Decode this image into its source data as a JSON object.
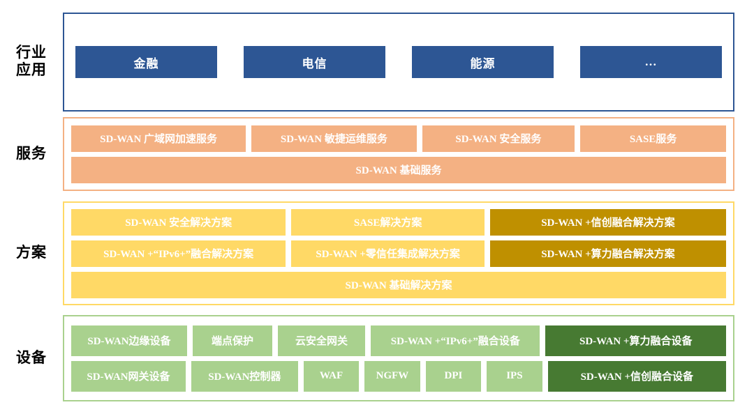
{
  "colors": {
    "industry_border": "#2d5694",
    "industry_fill": "#2d5694",
    "service_border": "#f4b183",
    "service_fill": "#f4b183",
    "solution_border": "#ffd966",
    "solution_fill": "#ffd966",
    "solution_fill_dark": "#bf9000",
    "device_border": "#a9d18e",
    "device_fill": "#a9d18e",
    "device_fill_dark": "#477a32",
    "text_on_fill": "#ffffff",
    "label_text": "#000000"
  },
  "rows": {
    "industry": {
      "label": "行业\n应用",
      "bands": [
        {
          "cells": [
            {
              "text": "金融",
              "flex": 1,
              "tone": "light"
            },
            {
              "text": "电信",
              "flex": 1,
              "tone": "light"
            },
            {
              "text": "能源",
              "flex": 1,
              "tone": "light"
            },
            {
              "text": "…",
              "flex": 1,
              "tone": "light"
            }
          ]
        }
      ]
    },
    "service": {
      "label": "服务",
      "bands": [
        {
          "cells": [
            {
              "text": "SD-WAN 广域网加速服务",
              "flex": 254,
              "tone": "light"
            },
            {
              "text": "SD-WAN 敏捷运维服务",
              "flex": 240,
              "tone": "light"
            },
            {
              "text": "SD-WAN 安全服务",
              "flex": 222,
              "tone": "light"
            },
            {
              "text": "SASE服务",
              "flex": 212,
              "tone": "light"
            }
          ]
        },
        {
          "cells": [
            {
              "text": "SD-WAN 基础服务",
              "flex": 1,
              "tone": "light"
            }
          ]
        }
      ]
    },
    "solution": {
      "label": "方案",
      "bands": [
        {
          "cells": [
            {
              "text": "SD-WAN 安全解决方案",
              "flex": 310,
              "tone": "light"
            },
            {
              "text": "SASE解决方案",
              "flex": 279,
              "tone": "light"
            },
            {
              "text": "SD-WAN +信创融合解决方案",
              "flex": 341,
              "tone": "dark"
            }
          ]
        },
        {
          "cells": [
            {
              "text": "SD-WAN +“IPv6+”融合解决方案",
              "flex": 310,
              "tone": "light"
            },
            {
              "text": "SD-WAN +零信任集成解决方案",
              "flex": 279,
              "tone": "light"
            },
            {
              "text": "SD-WAN +算力融合解决方案",
              "flex": 341,
              "tone": "dark"
            }
          ]
        },
        {
          "cells": [
            {
              "text": "SD-WAN 基础解决方案",
              "flex": 1,
              "tone": "light"
            }
          ]
        }
      ]
    },
    "device": {
      "label": "设备",
      "bands": [
        {
          "cells": [
            {
              "text": "SD-WAN边缘设备",
              "flex": 163,
              "tone": "light"
            },
            {
              "text": "端点保护",
              "flex": 112,
              "tone": "light"
            },
            {
              "text": "云安全网关",
              "flex": 123,
              "tone": "light"
            },
            {
              "text": "SD-WAN +“IPv6+”融合设备",
              "flex": 238,
              "tone": "light"
            },
            {
              "text": "SD-WAN +算力融合设备",
              "flex": 254,
              "tone": "dark"
            }
          ]
        },
        {
          "cells": [
            {
              "text": "SD-WAN网关设备",
              "flex": 163,
              "tone": "light"
            },
            {
              "text": "SD-WAN控制器",
              "flex": 152,
              "tone": "light"
            },
            {
              "text": "WAF",
              "flex": 79,
              "tone": "light"
            },
            {
              "text": "NGFW",
              "flex": 79,
              "tone": "light"
            },
            {
              "text": "DPI",
              "flex": 79,
              "tone": "light"
            },
            {
              "text": "IPS",
              "flex": 79,
              "tone": "light"
            },
            {
              "text": "SD-WAN +信创融合设备",
              "flex": 254,
              "tone": "dark"
            }
          ]
        }
      ]
    }
  }
}
